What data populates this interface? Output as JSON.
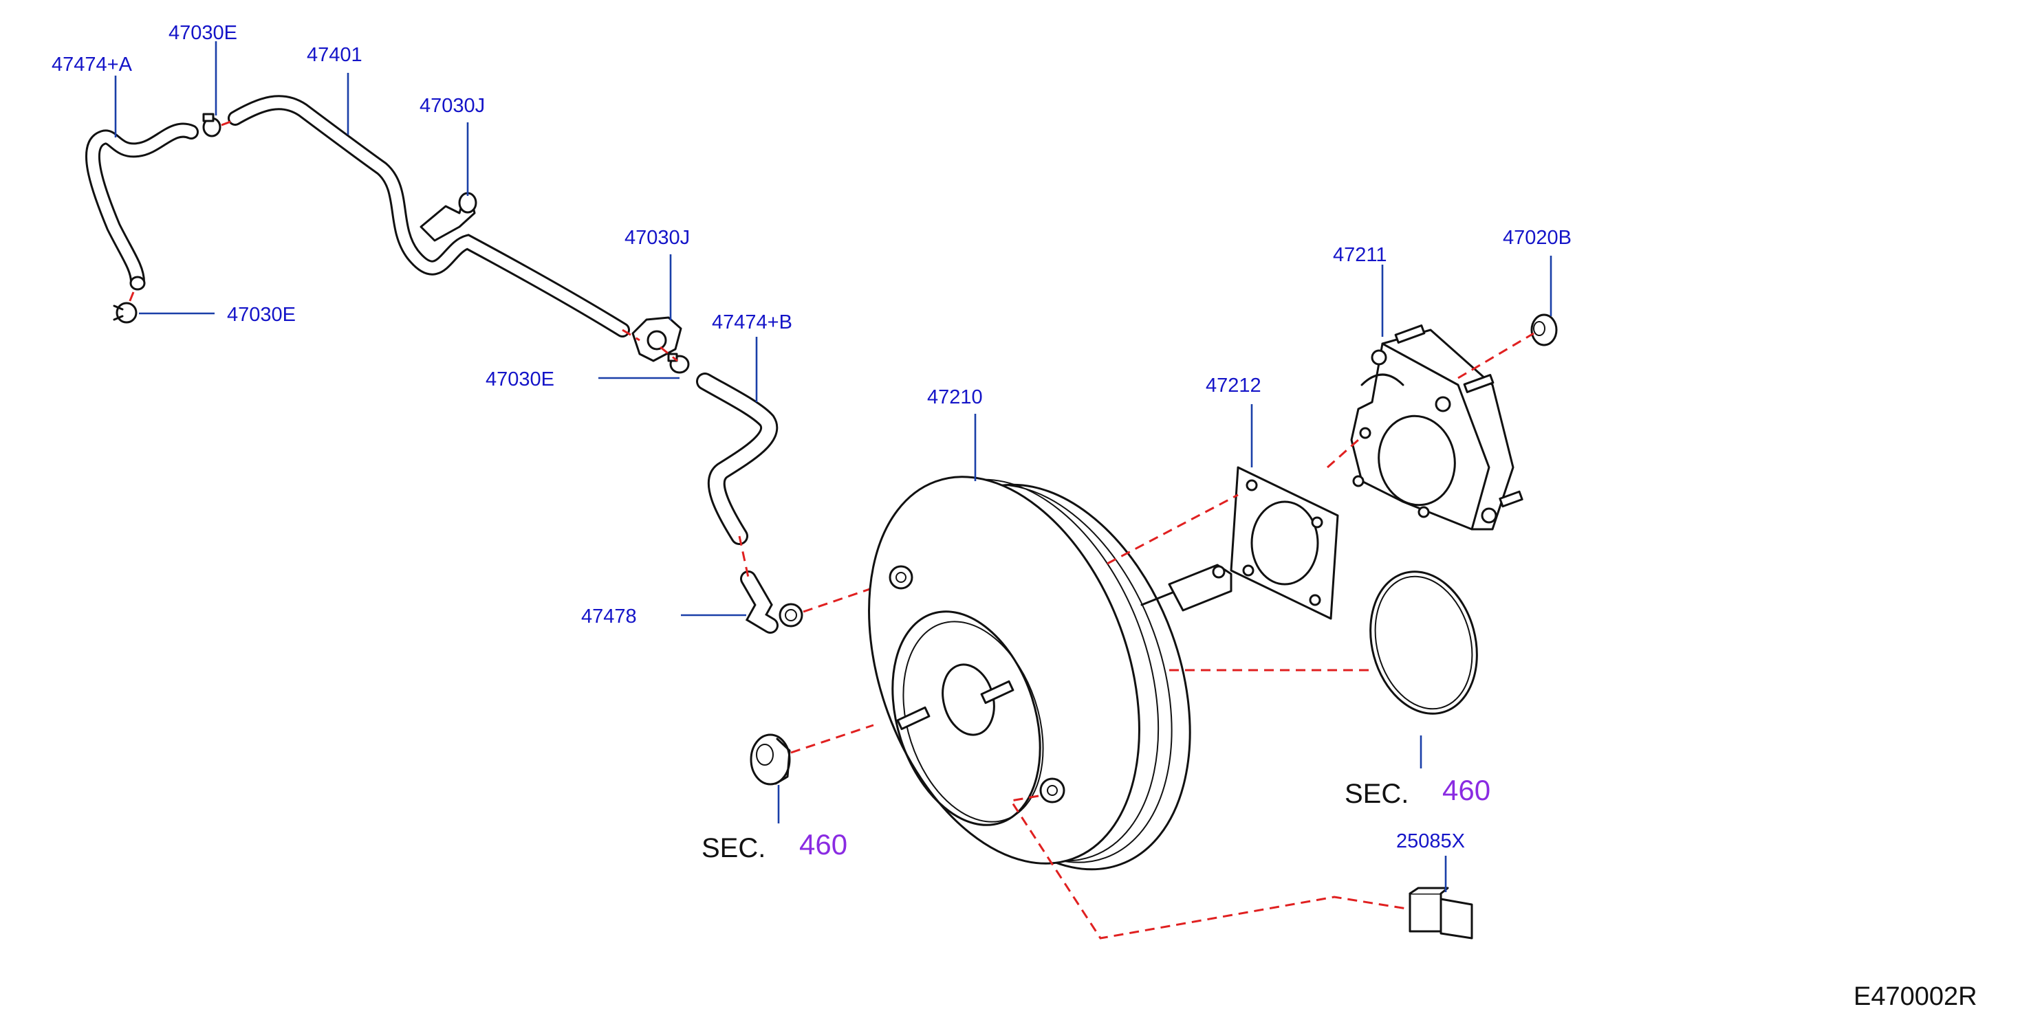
{
  "parts": {
    "p47474a": "47474+A",
    "p47030e_top": "47030E",
    "p47401": "47401",
    "p47030j_top": "47030J",
    "p47030e_left": "47030E",
    "p47030j_mid": "47030J",
    "p47474b": "47474+B",
    "p47030e_mid": "47030E",
    "p47210": "47210",
    "p47212": "47212",
    "p47211": "47211",
    "p47020b": "47020B",
    "p47478": "47478",
    "p25085x": "25085X"
  },
  "sections": {
    "left": {
      "prefix": "SEC.",
      "number": "460"
    },
    "right": {
      "prefix": "SEC.",
      "number": "460"
    }
  },
  "diagram_code": "E470002R",
  "colors": {
    "label": "#1414c8",
    "leader": "#1a3fa8",
    "dashed_link": "#e02020",
    "section_number": "#8a2be2",
    "drawing": "#111111"
  }
}
